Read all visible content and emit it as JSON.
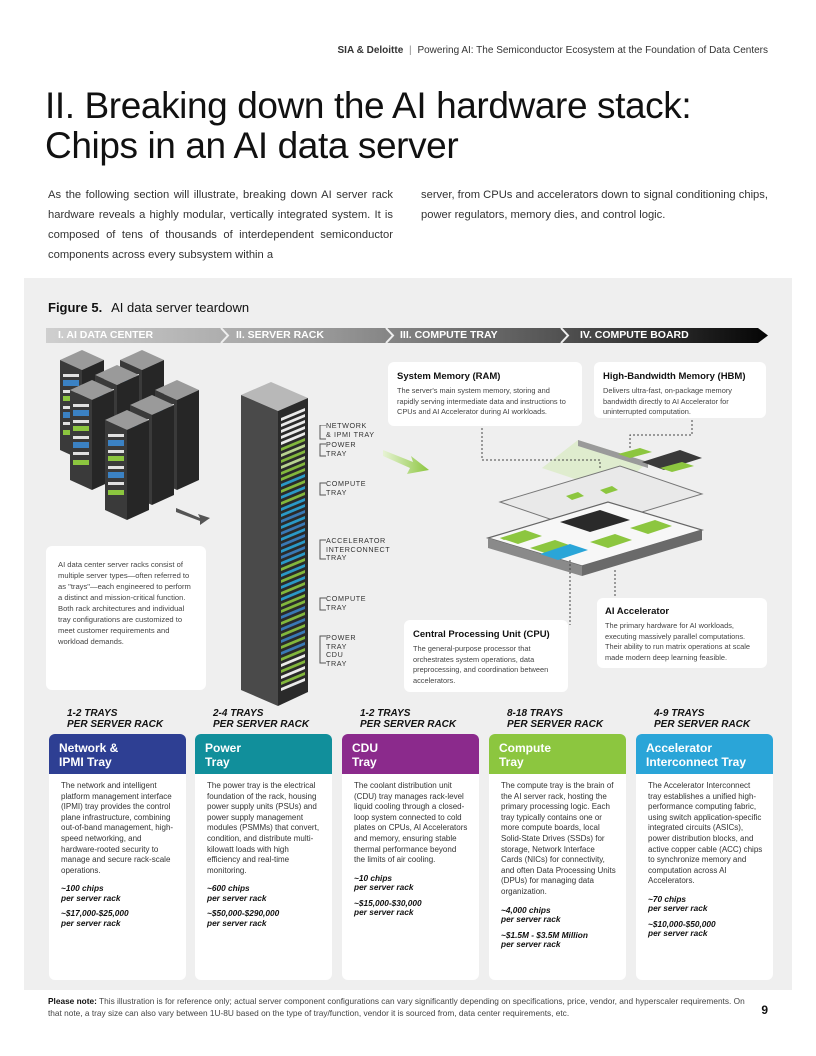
{
  "header": {
    "brand": "SIA & Deloitte",
    "separator": "|",
    "subtitle": "Powering AI: The Semiconductor Ecosystem at the Foundation of Data Centers"
  },
  "title": {
    "line1": "II.  Breaking down the AI hardware stack:",
    "line2": "Chips in an AI data server"
  },
  "intro": {
    "left": "As the following section will illustrate, breaking down AI server rack hardware reveals a highly modular, vertically integrated system. It is composed of tens of thousands of interdependent semiconductor components across every subsystem within a",
    "right": "server, from CPUs and accelerators down to signal conditioning chips, power regulators, memory dies, and control logic."
  },
  "figure": {
    "label": "Figure 5.",
    "caption": "AI data server teardown"
  },
  "stages": [
    "I. AI DATA CENTER",
    "II. SERVER RACK",
    "III. COMPUTE TRAY",
    "IV. COMPUTE BOARD"
  ],
  "rack_note": "AI data center server racks consist of multiple server types—often referred to as \"trays\"—each engineered to perform a distinct and mission-critical function. Both rack architectures and individual tray configurations are customized to meet customer requirements and workload demands.",
  "tray_labels": {
    "network": [
      "NETWORK",
      "& IPMI TRAY"
    ],
    "power": [
      "POWER",
      "TRAY"
    ],
    "compute1": [
      "COMPUTE",
      "TRAY"
    ],
    "accel": [
      "ACCELERATOR",
      "INTERCONNECT",
      "TRAY"
    ],
    "compute2": [
      "COMPUTE",
      "TRAY"
    ],
    "power_cdu": [
      "POWER",
      "TRAY",
      "CDU",
      "TRAY"
    ]
  },
  "callouts": {
    "ram": {
      "title": "System Memory (RAM)",
      "text": "The server's main system memory, storing and rapidly serving intermediate data and instructions to CPUs and AI Accelerator during AI workloads."
    },
    "hbm": {
      "title": "High-Bandwidth Memory (HBM)",
      "text": "Delivers ultra-fast, on-package memory bandwidth directly to AI Accelerator for uninterrupted computation."
    },
    "cpu": {
      "title": "Central Processing Unit (CPU)",
      "text": "The general-purpose processor that orchestrates system operations, data preprocessing, and coordination between accelerators."
    },
    "accel": {
      "title": "AI Accelerator",
      "text": "The primary hardware for AI workloads, executing massively parallel computations. Their ability to run matrix operations at scale made modern deep learning feasible."
    }
  },
  "cards": [
    {
      "qty1": "1-2 TRAYS",
      "qty2": "PER SERVER RACK",
      "name1": "Network &",
      "name2": "IPMI Tray",
      "color": "#2e3f93",
      "desc": "The network and intelligent platform management interface (IPMI) tray provides the control plane infrastructure, combining out-of-band management, high-speed networking, and hardware-rooted security to manage and secure rack-scale operations.",
      "chips": "~100 chips",
      "chips_unit": "per server rack",
      "cost": "~$17,000-$25,000",
      "cost_unit": "per server rack"
    },
    {
      "qty1": "2-4 TRAYS",
      "qty2": "PER SERVER RACK",
      "name1": "Power",
      "name2": "Tray",
      "color": "#118f9b",
      "desc": "The power tray is the electrical foundation of the rack, housing power supply units (PSUs) and power supply management modules (PSMMs) that convert, condition, and distribute multi-kilowatt loads with high efficiency and real-time monitoring.",
      "chips": "~600 chips",
      "chips_unit": "per server rack",
      "cost": "~$50,000-$290,000",
      "cost_unit": "per server rack"
    },
    {
      "qty1": "1-2 TRAYS",
      "qty2": "PER SERVER RACK",
      "name1": "CDU",
      "name2": "Tray",
      "color": "#8b2a8c",
      "desc": "The coolant distribution unit  (CDU) tray manages rack-level liquid cooling through a closed-loop system connected to cold plates on CPUs, AI Accelerators and memory, ensuring stable thermal performance beyond the limits of air cooling.",
      "chips": "~10 chips",
      "chips_unit": "per server rack",
      "cost": "~$15,000-$30,000",
      "cost_unit": "per server rack"
    },
    {
      "qty1": "8-18 TRAYS",
      "qty2": "PER SERVER RACK",
      "name1": "Compute",
      "name2": "Tray",
      "color": "#8cc63f",
      "desc": "The compute tray is the brain of the AI server rack, hosting the primary processing logic. Each tray typically contains one or more compute boards, local Solid-State Drives (SSDs) for storage, Network Interface Cards (NICs) for connectivity, and often Data Processing Units (DPUs) for managing data organization.",
      "chips": "~4,000 chips",
      "chips_unit": "per server rack",
      "cost": "~$1.5M - $3.5M Million",
      "cost_unit": "per server rack"
    },
    {
      "qty1": "4-9 TRAYS",
      "qty2": "PER SERVER RACK",
      "name1": "Accelerator",
      "name2": "Interconnect Tray",
      "color": "#2aa5d8",
      "desc": "The Accelerator Interconnect tray establishes a unified high-performance computing fabric, using switch application-specific integrated circuits (ASICs), power distribution blocks, and active copper cable (ACC) chips to synchronize memory and computation across AI Accelerators.",
      "chips": "~70 chips",
      "chips_unit": "per server rack",
      "cost": "~$10,000-$50,000",
      "cost_unit": "per server rack"
    }
  ],
  "footer": {
    "label": "Please note:",
    "text": "This illustration is for reference only; actual server component configurations can vary significantly depending on specifications, price, vendor, and hyperscaler requirements. On that note, a tray size can also vary between 1U-8U based on the type of tray/function, vendor it is sourced from, data center requirements, etc."
  },
  "page_number": "9"
}
